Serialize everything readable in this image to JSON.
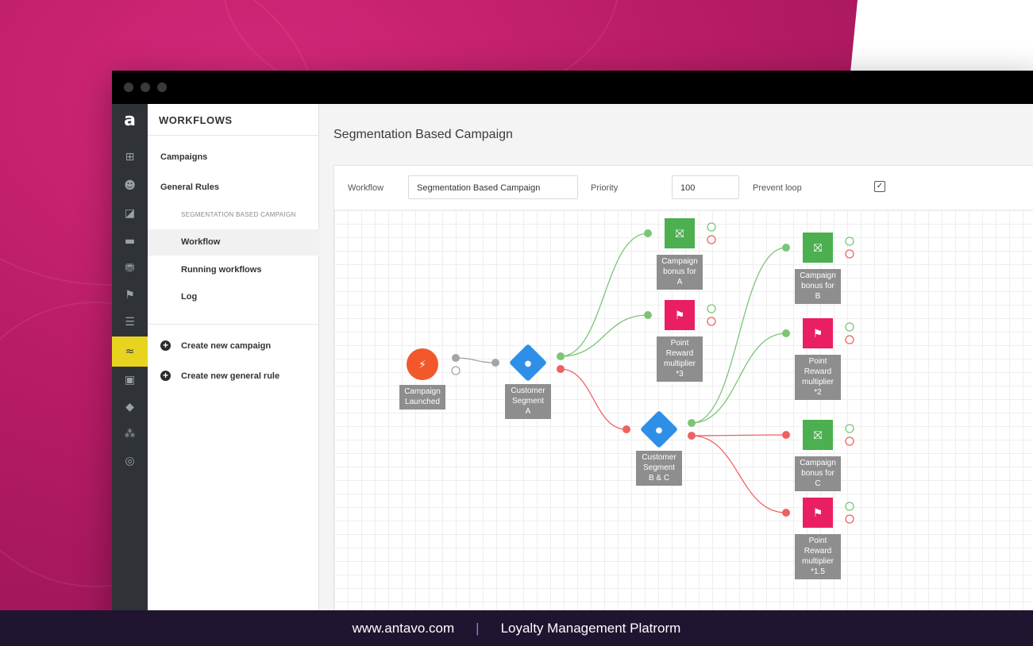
{
  "app": {
    "sidenav_title": "WORKFLOWS",
    "logo_letter": "a"
  },
  "rail": {
    "icons": [
      "dashboard-icon",
      "users-icon",
      "segments-icon",
      "wallet-icon",
      "gift-icon",
      "flag-icon",
      "chat-icon",
      "workflows-icon",
      "inbox-icon",
      "tags-icon",
      "stars-icon",
      "support-icon"
    ],
    "glyphs": [
      "⊞",
      "☻",
      "◪",
      "▬",
      "⛃",
      "⚑",
      "☰",
      "≈",
      "▣",
      "◆",
      "⁂",
      "◎"
    ],
    "active_index": 7,
    "accent": "#e8d31e"
  },
  "sidenav": {
    "links": [
      {
        "label": "Campaigns"
      },
      {
        "label": "General Rules"
      }
    ],
    "context_label": "SEGMENTATION BASED CAMPAIGN",
    "sub_items": [
      {
        "label": "Workflow",
        "selected": true
      },
      {
        "label": "Running workflows"
      },
      {
        "label": "Log"
      }
    ],
    "actions": [
      {
        "label": "Create new campaign"
      },
      {
        "label": "Create new general rule"
      }
    ]
  },
  "main": {
    "page_title": "Segmentation Based Campaign",
    "toolbar": {
      "workflow_label": "Workflow",
      "workflow_value": "Segmentation Based Campaign",
      "priority_label": "Priority",
      "priority_value": "100",
      "prevent_loop_label": "Prevent loop",
      "prevent_loop_checked": true,
      "check_mark": "✓"
    }
  },
  "workflow": {
    "colors": {
      "trigger": "#f2582b",
      "condition": "#2e8fe8",
      "gift": "#4caf50",
      "flag": "#e91e63",
      "yes": "#7cc576",
      "no": "#ef6161",
      "label_bg": "#8e8e8e"
    },
    "nodes": [
      {
        "id": "trigger",
        "kind": "trigger",
        "icon": "lightning-icon",
        "glyph": "⚡",
        "label": "Campaign Launched"
      },
      {
        "id": "segA",
        "kind": "condition",
        "icon": "user-icon",
        "glyph": "👤",
        "label": "Customer Segment A"
      },
      {
        "id": "bonusA",
        "kind": "gift",
        "icon": "gift-icon",
        "glyph": "🎁",
        "label": "Campaign bonus for A"
      },
      {
        "id": "rewardA",
        "kind": "flag",
        "icon": "flag-icon",
        "glyph": "⚑",
        "label": "Point Reward multiplier *3"
      },
      {
        "id": "segBC",
        "kind": "condition",
        "icon": "user-icon",
        "glyph": "👤",
        "label": "Customer Segment B & C"
      },
      {
        "id": "bonusB",
        "kind": "gift",
        "icon": "gift-icon",
        "glyph": "🎁",
        "label": "Campaign bonus for B"
      },
      {
        "id": "rewardB",
        "kind": "flag",
        "icon": "flag-icon",
        "glyph": "⚑",
        "label": "Point Reward multiplier *2"
      },
      {
        "id": "bonusC",
        "kind": "gift",
        "icon": "gift-icon",
        "glyph": "🎁",
        "label": "Campaign bonus for C"
      },
      {
        "id": "rewardC",
        "kind": "flag",
        "icon": "flag-icon",
        "glyph": "⚑",
        "label": "Point Reward multiplier *1.5"
      }
    ],
    "edges": [
      {
        "from": "trigger",
        "to": "segA",
        "port": "out"
      },
      {
        "from": "segA",
        "to": "bonusA",
        "port": "yes"
      },
      {
        "from": "segA",
        "to": "rewardA",
        "port": "yes"
      },
      {
        "from": "segA",
        "to": "segBC",
        "port": "no"
      },
      {
        "from": "segBC",
        "to": "bonusB",
        "port": "yes"
      },
      {
        "from": "segBC",
        "to": "rewardB",
        "port": "yes"
      },
      {
        "from": "segBC",
        "to": "bonusC",
        "port": "no"
      },
      {
        "from": "segBC",
        "to": "rewardC",
        "port": "no"
      }
    ]
  },
  "footer": {
    "url": "www.antavo.com",
    "separator": "|",
    "tagline": "Loyalty Management Platrorm"
  }
}
